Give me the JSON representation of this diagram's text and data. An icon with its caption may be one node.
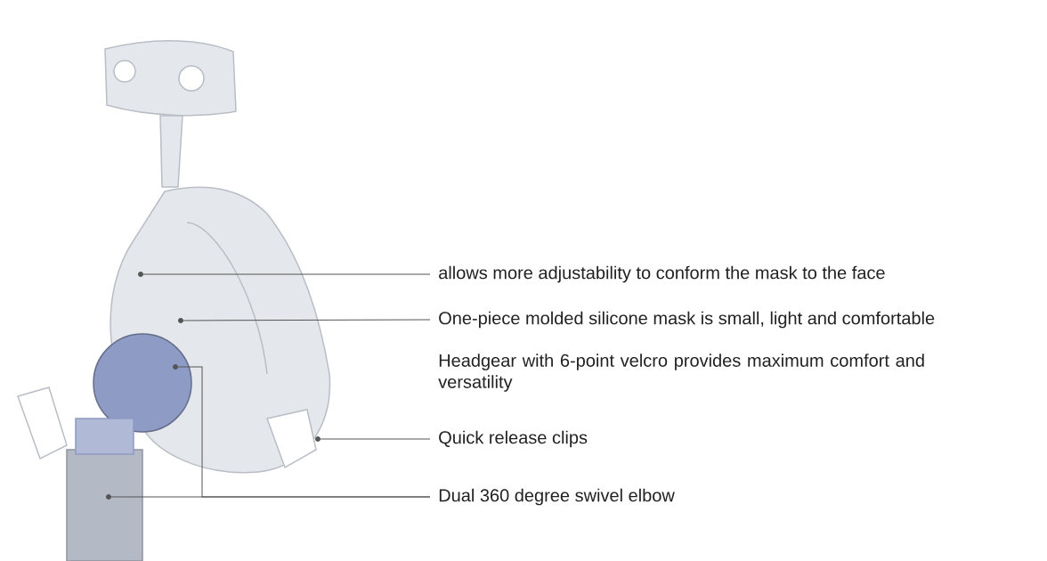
{
  "diagram": {
    "nodes": [
      {
        "text": [
          "allows more adjustability to conform the mask to the face"
        ]
      },
      {
        "text": [
          "One-piece molded silicone mask is small, light and comfortable"
        ]
      },
      {
        "text": [
          "Quick release clips"
        ]
      },
      {
        "text": [
          "Dual 360 degree swivel elbow"
        ]
      },
      {
        "text": [],
        "shape": "circle"
      },
      {
        "text": [],
        "shape": "circle"
      },
      {
        "text": [],
        "shape": "circle"
      },
      {
        "text": [],
        "shape": "circle"
      },
      {
        "text": [],
        "shape": "circle"
      }
    ],
    "edges": [
      {
        "from": 0,
        "to": 4,
        "arrow": "none"
      },
      {
        "from": 1,
        "to": 5,
        "arrow": "none"
      },
      {
        "from": 2,
        "to": 6,
        "arrow": "none"
      },
      {
        "from": 3,
        "to": 7,
        "arrow": "none"
      },
      {
        "from": 3,
        "to": 8,
        "arrow": "none"
      }
    ],
    "labels": [
      "Headgear with 6-point velcro provides maximum comfort and versatility"
    ]
  }
}
